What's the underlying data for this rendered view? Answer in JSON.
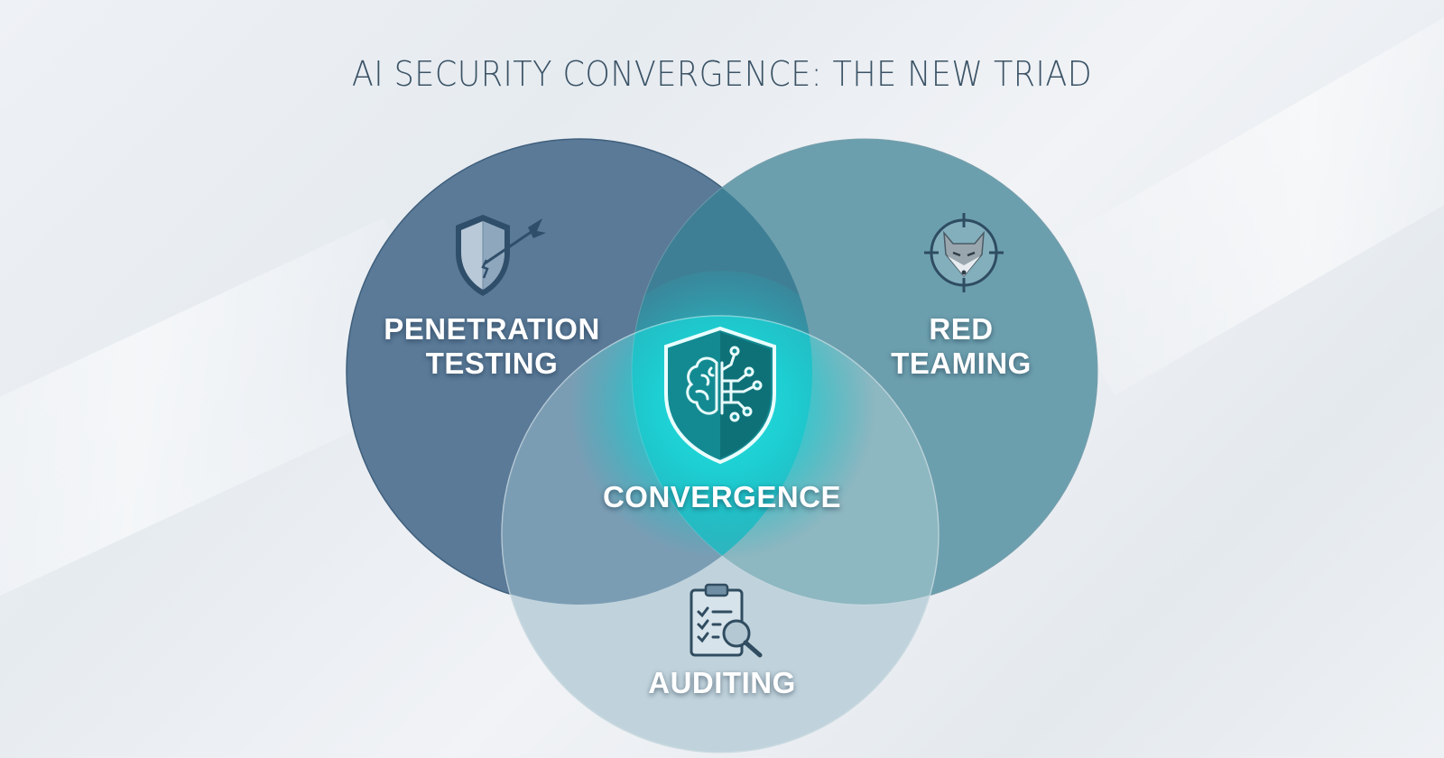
{
  "title": "AI SECURITY CONVERGENCE: THE NEW TRIAD",
  "diagram": {
    "type": "venn",
    "sets": [
      {
        "id": "penetration-testing",
        "label_line1": "PENETRATION",
        "label_line2": "TESTING",
        "icon": "shield-with-arrow-icon",
        "color": "#5a7a98"
      },
      {
        "id": "red-teaming",
        "label_line1": "RED",
        "label_line2": "TEAMING",
        "icon": "fox-crosshair-icon",
        "color": "#6c9fae"
      },
      {
        "id": "auditing",
        "label_line1": "AUDITING",
        "icon": "clipboard-magnifier-icon",
        "color": "#c0d3dc"
      }
    ],
    "center": {
      "label": "CONVERGENCE",
      "icon": "brain-shield-icon",
      "glow_color": "#1fd6d8"
    }
  }
}
